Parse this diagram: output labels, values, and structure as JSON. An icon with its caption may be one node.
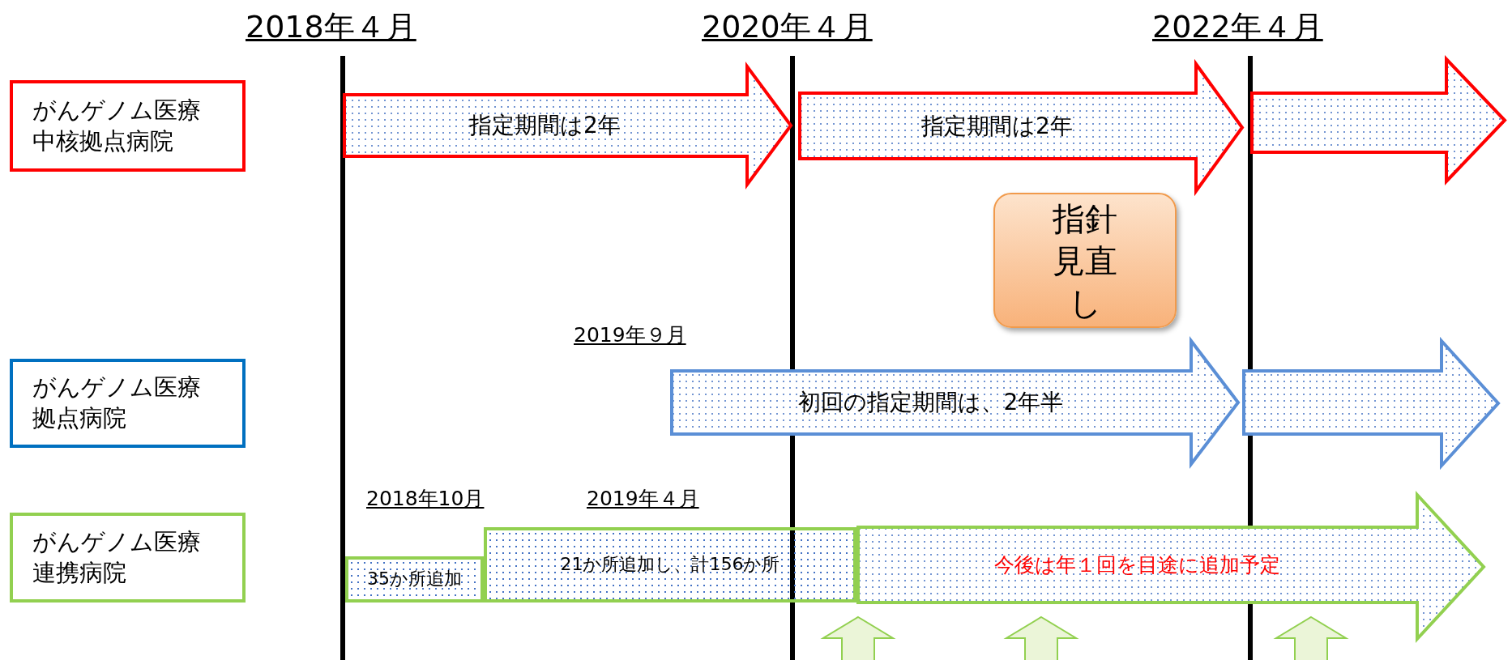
{
  "diagram": {
    "nodes": [
      {
        "text": [
          "がんゲノム医療中核拠点病院"
        ]
      },
      {
        "text": [
          "指定期間は2年"
        ]
      },
      {
        "text": [
          "指定期間は2年"
        ]
      },
      {
        "text": [],
        "shape": "arrow"
      },
      {
        "text": [
          "指針見直し"
        ]
      },
      {
        "text": [
          "がんゲノム医療拠点病院"
        ]
      },
      {
        "text": [
          "初回の指定期間は、2年半"
        ]
      },
      {
        "text": [],
        "shape": "arrow"
      },
      {
        "text": [
          "がんゲノム医療連携病院"
        ]
      },
      {
        "text": [
          "35か所追加"
        ]
      },
      {
        "text": [
          "21か所追加し、計156か所"
        ]
      },
      {
        "text": [
          "今後は年１回を目途に追加予定"
        ]
      }
    ],
    "edges": [],
    "labels": [
      "2018年４月",
      "2020年４月",
      "2022年４月",
      "2019年９月",
      "2018年10月",
      "2019年４月"
    ]
  }
}
